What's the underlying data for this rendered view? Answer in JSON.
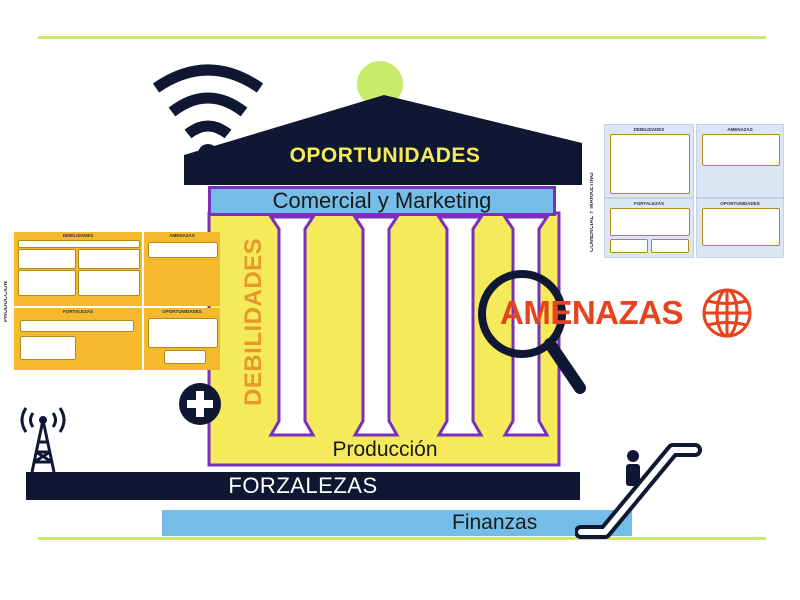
{
  "diagram": {
    "oportunidades": "OPORTUNIDADES",
    "comercial": "Comercial y Marketing",
    "debilidades": "DEBILIDADES",
    "amenazas": "AMENAZAS",
    "produccion": "Producción",
    "fortalezas": "FORZALEZAS",
    "finanzas": "Finanzas"
  },
  "swot_right": {
    "side_label": "COMERCIAL Y MARKETING",
    "debilidades": "DEBILIDADES",
    "amenazas": "AMENAZAS",
    "fortalezas": "FORTALEZAS",
    "oportunidades": "OPORTUNIDADES"
  },
  "swot_left": {
    "side_label": "PRODUCCION",
    "debilidades": "DEBILIDADES",
    "amenazas": "AMENAZAS",
    "fortalezas": "FORTALEZAS",
    "oportunidades": "OPORTUNIDADES"
  },
  "colors": {
    "navy": "#0f1733",
    "yellow": "#f4ea5a",
    "purple": "#7a2fbf",
    "blue": "#74bde8",
    "orange": "#e8972b",
    "red": "#e8431f",
    "green": "#c6ec6a"
  },
  "icons": [
    "wifi-icon",
    "lightbulb-icon",
    "magnifier-icon",
    "globe-icon",
    "plus-icon",
    "radio-tower-icon",
    "escalator-icon"
  ]
}
